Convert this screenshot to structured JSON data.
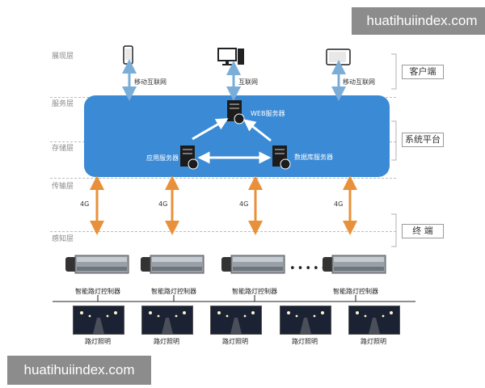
{
  "watermarks": {
    "top": "huatihuiindex.com",
    "bottom": "huatihuiindex.com"
  },
  "layers": {
    "presentation": "展现层",
    "service": "服务层",
    "storage": "存储层",
    "transport": "传输层",
    "perception": "感知层"
  },
  "side_labels": {
    "client": "客户端",
    "platform": "系统平台",
    "terminal": "终  端"
  },
  "client_links": {
    "mobile_left": "移动互联网",
    "internet": "互联网",
    "mobile_right": "移动互联网"
  },
  "servers": {
    "web": "WEB服务器",
    "app": "应用服务器",
    "db": "数据库服务器"
  },
  "network": {
    "g1": "4G",
    "g2": "4G",
    "g3": "4G",
    "g4": "4G"
  },
  "controllers": {
    "c1": "智能路灯控制器",
    "c2": "智能路灯控制器",
    "c3": "智能路灯控制器",
    "c4": "智能路灯控制器"
  },
  "ellipsis": "••••••",
  "lamps": {
    "l1": "路灯照明",
    "l2": "路灯照明",
    "l3": "路灯照明",
    "l4": "路灯照明",
    "l5": "路灯照明"
  },
  "colors": {
    "platform_blue": "#3a8ad6",
    "client_arrow": "#7aaed8",
    "network_arrow": "#e9913a"
  }
}
